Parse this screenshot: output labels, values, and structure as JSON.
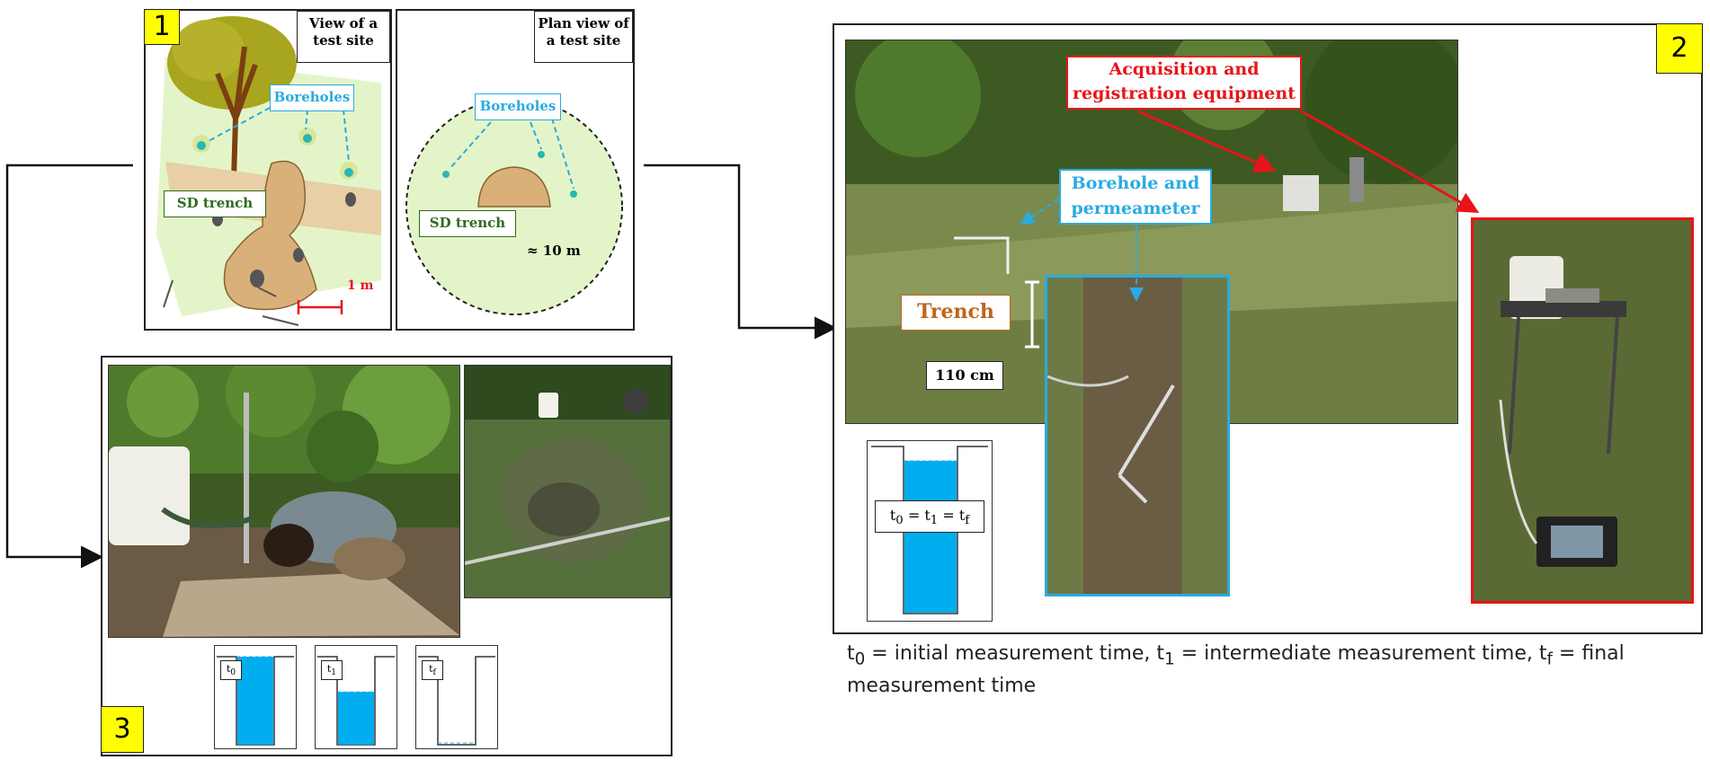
{
  "panel1": {
    "number": "1",
    "view_title": "View of  a\ntest site",
    "plan_title": "Plan view of\na test site",
    "boreholes_label": "Boreholes",
    "boreholes_label_plan": "Boreholes",
    "trench_label": "SD trench",
    "trench_label_plan": "SD trench",
    "scale_label": "1 m",
    "distance_label": "≈ 10 m"
  },
  "panel2": {
    "number": "2",
    "equipment_label": "Acquisition and\nregistration equipment",
    "borehole_label": "Borehole and\npermeameter",
    "trench_label": "Trench",
    "depth_label": "110 cm",
    "times_equal_html": "t<sub>0</sub> = t<sub>1</sub> = t<sub>f</sub>"
  },
  "panel3": {
    "number": "3",
    "tube_labels_html": [
      "t<sub>0</sub>",
      "t<sub>1</sub>",
      "t<sub>f</sub>"
    ],
    "water_levels": [
      1.0,
      0.6,
      0.0
    ]
  },
  "caption_html": "t<sub>0</sub> = initial measurement time, t<sub>1</sub> = intermediate measurement time, t<sub>f</sub> = final<br>measurement time",
  "colors": {
    "number_box": "#ffff00",
    "water": "#00aeef",
    "borehole_label": "#29abe2",
    "equipment_label": "#e8141b",
    "trench_text": "#c0651b",
    "sd_trench_text": "#2e6b1f",
    "light_green": "#e3f5c8"
  }
}
